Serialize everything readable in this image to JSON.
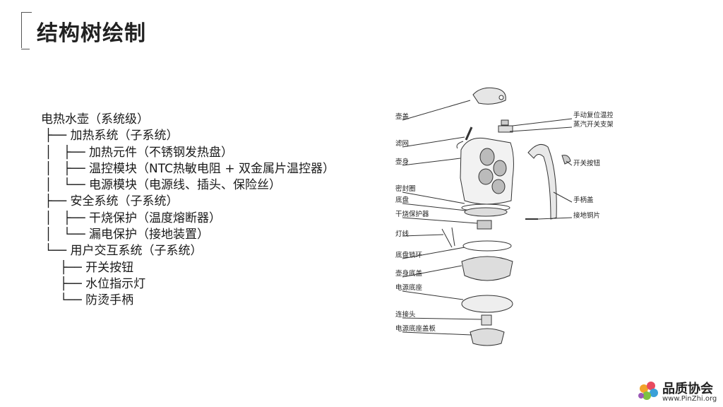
{
  "title": "结构树绘制",
  "tree": [
    "电热水壶（系统级）",
    " ├── 加热系统（子系统）",
    " │   ├── 加热元件（不锈钢发热盘）",
    " │   ├── 温控模块（NTC热敏电阻 + 双金属片温控器）",
    " │   └── 电源模块（电源线、插头、保险丝）",
    " ├── 安全系统（子系统）",
    " │   ├── 干烧保护（温度熔断器）",
    " │   └── 漏电保护（接地装置）",
    " └── 用户交互系统（子系统）",
    "     ├── 开关按钮",
    "     ├── 水位指示灯",
    "     └── 防烫手柄"
  ],
  "diagram_labels": {
    "left": [
      "壶盖",
      "滤网",
      "壶身",
      "密封圈",
      "底盘",
      "干烧保护器",
      "灯线",
      "底盘锁环",
      "壶身底盖",
      "电源底座",
      "连接头",
      "电源底座盖板"
    ],
    "right": [
      "手动复位温控器",
      "蒸汽开关支架",
      "开关按钮",
      "手柄盖",
      "接地铜片"
    ]
  },
  "logo": {
    "name": "品质协会",
    "url": "www.PinZhi.org"
  }
}
